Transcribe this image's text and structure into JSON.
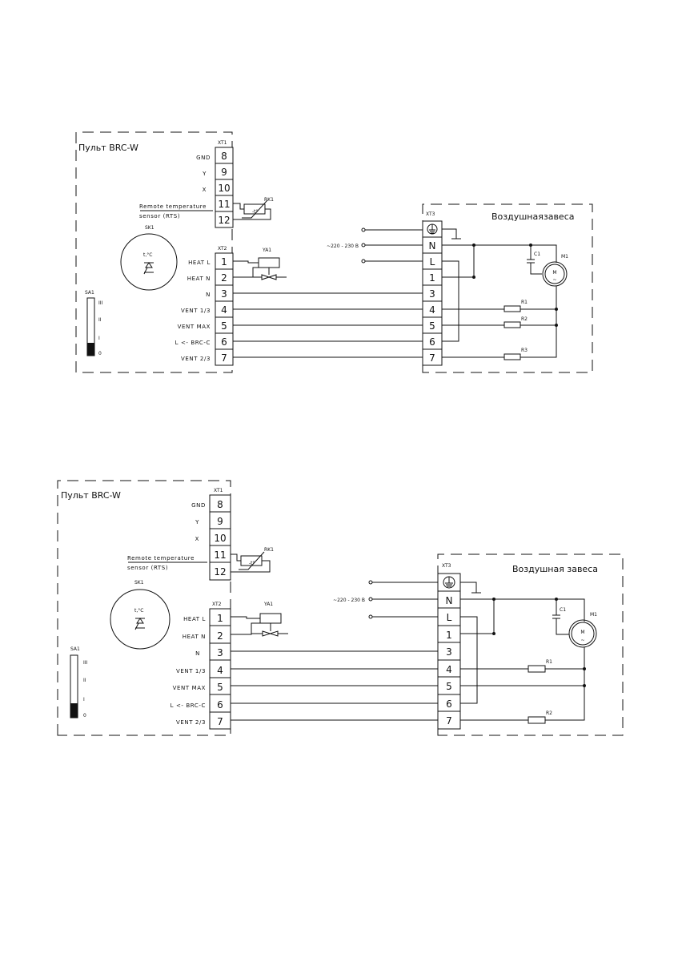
{
  "diagrams": [
    {
      "remote": {
        "title": "Пульт BRC-W",
        "xt1_label": "XT1",
        "xt2_label": "XT2",
        "xt1": [
          {
            "num": "8",
            "label": "GND"
          },
          {
            "num": "9",
            "label": "Y"
          },
          {
            "num": "10",
            "label": "X"
          },
          {
            "num": "11",
            "label": ""
          },
          {
            "num": "12",
            "label": ""
          }
        ],
        "sensor_label_1": "Remote temperature",
        "sensor_label_2": "sensor (RTS)",
        "rk1": "RK1",
        "rk1_sub": "-t°",
        "sk1": "SK1",
        "sk1_inner": "t,°C",
        "ya1": "YA1",
        "xt2": [
          {
            "num": "1",
            "label": "HEAT L"
          },
          {
            "num": "2",
            "label": "HEAT N"
          },
          {
            "num": "3",
            "label": "N"
          },
          {
            "num": "4",
            "label": "VENT 1/3"
          },
          {
            "num": "5",
            "label": "VENT MAX"
          },
          {
            "num": "6",
            "label": "L <- BRC-C"
          },
          {
            "num": "7",
            "label": "VENT 2/3"
          }
        ],
        "sa1": "SA1",
        "sa1_positions": [
          "III",
          "II",
          "I",
          "0"
        ]
      },
      "curtain": {
        "title": "Воздушнаязавеса",
        "xt3_label": "XT3",
        "supply": "~220 - 230 В",
        "xt3": [
          "N",
          "L",
          "1",
          "3",
          "4",
          "5",
          "6",
          "7"
        ],
        "c1": "C1",
        "m1": "M1",
        "m1_inner": "M",
        "m1_sub": "~",
        "resistors": [
          "R1",
          "R2",
          "R3"
        ]
      }
    },
    {
      "remote": {
        "title": "Пульт BRC-W",
        "xt1_label": "XT1",
        "xt2_label": "XT2",
        "xt1": [
          {
            "num": "8",
            "label": "GND"
          },
          {
            "num": "9",
            "label": "Y"
          },
          {
            "num": "10",
            "label": "X"
          },
          {
            "num": "11",
            "label": ""
          },
          {
            "num": "12",
            "label": ""
          }
        ],
        "sensor_label_1": "Remote temperature",
        "sensor_label_2": "sensor (RTS)",
        "rk1": "RK1",
        "rk1_sub": "-t°",
        "sk1": "SK1",
        "sk1_inner": "t,°C",
        "ya1": "YA1",
        "xt2": [
          {
            "num": "1",
            "label": "HEAT L"
          },
          {
            "num": "2",
            "label": "HEAT N"
          },
          {
            "num": "3",
            "label": "N"
          },
          {
            "num": "4",
            "label": "VENT 1/3"
          },
          {
            "num": "5",
            "label": "VENT MAX"
          },
          {
            "num": "6",
            "label": "L <- BRC-C"
          },
          {
            "num": "7",
            "label": "VENT 2/3"
          }
        ],
        "sa1": "SA1",
        "sa1_positions": [
          "III",
          "II",
          "I",
          "0"
        ]
      },
      "curtain": {
        "title": "Воздушная завеса",
        "xt3_label": "XT3",
        "supply": "~220 - 230 В",
        "xt3": [
          "N",
          "L",
          "1",
          "3",
          "4",
          "5",
          "6",
          "7"
        ],
        "c1": "C1",
        "m1": "M1",
        "m1_inner": "M",
        "m1_sub": "~",
        "resistors": [
          "R1",
          "R2"
        ]
      }
    }
  ]
}
